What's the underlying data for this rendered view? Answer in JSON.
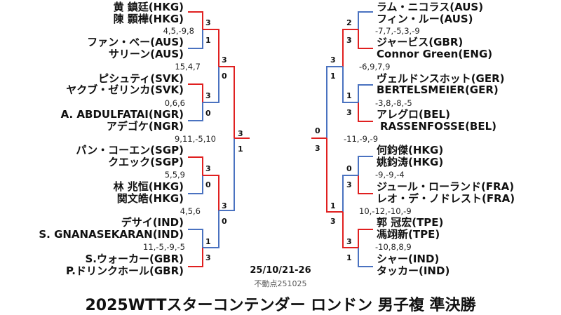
{
  "colors": {
    "winner": "#e02020",
    "loser": "#4a72c0"
  },
  "left": {
    "names": [
      "黄 鎮廷(HKG)",
      "陳 顥樺(HKG)",
      "ファン・ベー(AUS)",
      "サリーン(AUS)",
      "ピシュティ(SVK)",
      "ヤクブ・ゼリンカ(SVK)",
      "A. ABDULFATAI(NGR)",
      "アデゴケ(NGR)",
      "パン・コーエン(SGP)",
      "クエック(SGP)",
      "林 兆恒(HKG)",
      "関文皓(HKG)",
      "デサイ(IND)",
      "S. GNANASEKARAN(IND)",
      "S.ウォーカー(GBR)",
      "P.ドリンクホール(GBR)"
    ],
    "games": [
      "4,5,-9,8",
      "15,4,7",
      "0,6,6",
      "9,11,-5,10",
      "5,5,9",
      "4,5,6",
      "11,-5,-9,-5"
    ],
    "r1_scores": [
      "3",
      "1",
      "3",
      "0",
      "3",
      "0",
      "1",
      "3"
    ],
    "r2_scores": [
      "3",
      "0",
      "3",
      "0"
    ],
    "sf_scores": [
      "3",
      "1"
    ]
  },
  "right": {
    "names": [
      "ラム・ニコラス(AUS)",
      "フィン・ルー(AUS)",
      "ジャービス(GBR)",
      "Connor Green(ENG)",
      "ヴェルドンスホット(GER)",
      "BERTELSMEIER(GER)",
      "アレグロ(BEL)",
      "RASSENFOSSE(BEL)",
      "何鈞傑(HKG)",
      "姚鈞涛(HKG)",
      "ジュール・ローランド(FRA)",
      "レオ・デ・ノドレスト(FRA)",
      "郭 冠宏(TPE)",
      "馮翊新(TPE)",
      "シャー(IND)",
      "タッカー(IND)"
    ],
    "games": [
      "-7,7,-5,3,-9",
      "-6,9,7,9",
      "-3,8,-8,-5",
      "-11,-9,-9",
      "-9,-9,-4",
      "10,-12,-10,-9",
      "-10,8,8,9"
    ],
    "r1_scores": [
      "2",
      "3",
      "1",
      "3",
      "0",
      "3",
      "3",
      "1"
    ],
    "r2_scores": [
      "3",
      "1",
      "1",
      "3"
    ],
    "sf_scores": [
      "0",
      "3"
    ]
  },
  "footer": {
    "dates": "25/10/21-26",
    "credit": "不動点251025",
    "title": "2025WTTスターコンテンダー ロンドン 男子複 準決勝"
  }
}
